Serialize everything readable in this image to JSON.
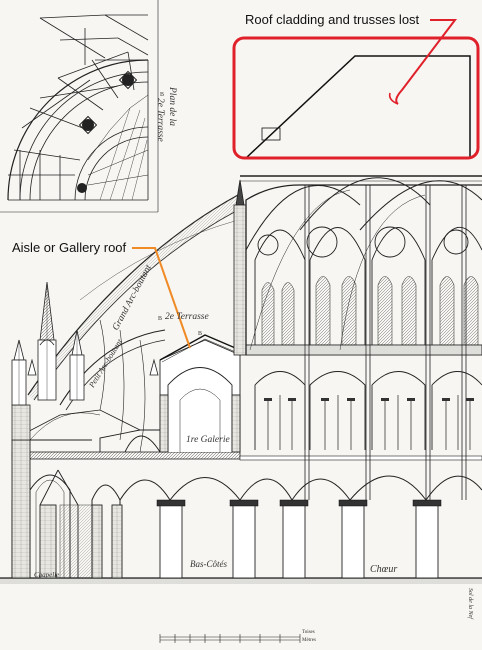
{
  "annotations": {
    "roof_lost": "Roof cladding and trusses lost",
    "aisle_roof": "Aisle or Gallery roof"
  },
  "engraving_labels": {
    "plan_line1": "Plan de la",
    "plan_line2": "2e Terrasse",
    "grand_arcboutant": "Grand Arc-boutant",
    "petit_arcboutant": "Petit Arc-boutant",
    "terrasse": "2e Terrasse",
    "galerie": "1re Galerie",
    "bas_cotes": "Bas-Côtés",
    "choeur": "Chœur",
    "chapelle": "Chapelle",
    "letter_b": "B",
    "side_note": "Sol de la Nef"
  },
  "scale": {
    "units_top": "Toises",
    "units_bottom": "Mètres"
  },
  "colors": {
    "annotation_red": "#e0202a",
    "annotation_orange": "#f08a24",
    "ink": "#1a1a1a"
  }
}
